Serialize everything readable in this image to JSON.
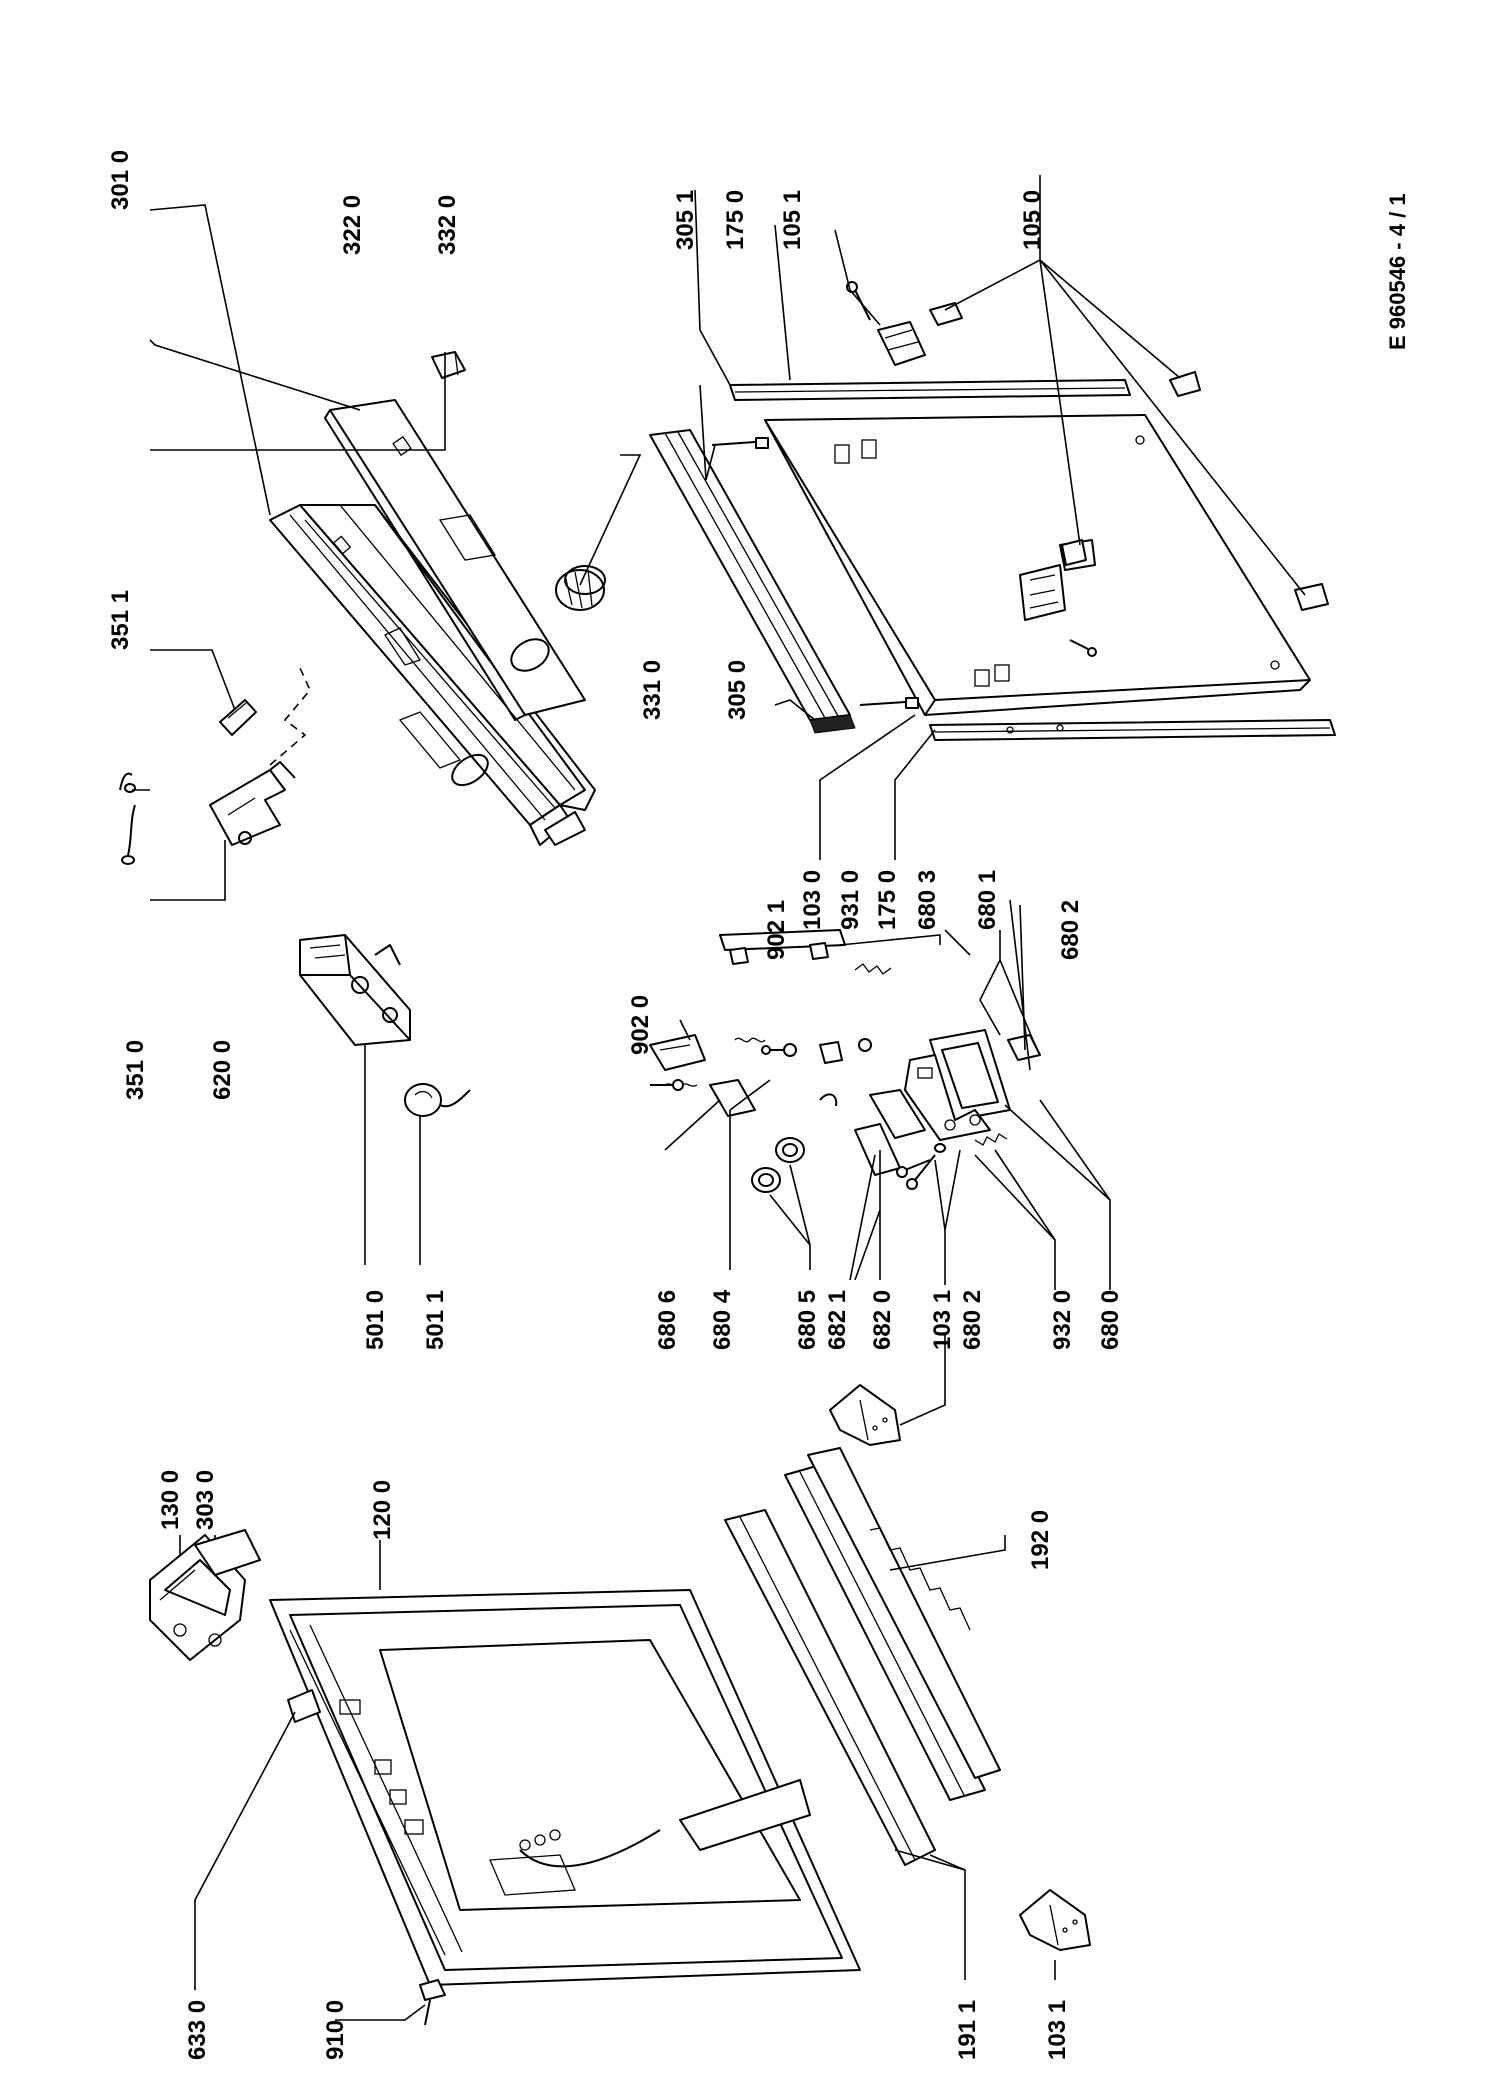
{
  "document_code": "E 960546 - 4 / 1",
  "labels": {
    "p3010": "301 0",
    "p3220": "322 0",
    "p3320": "332 0",
    "p3051a": "305 1",
    "p1750a": "175 0",
    "p1051": "105 1",
    "p1050": "105 0",
    "p3511": "351 1",
    "p3310": "331 0",
    "p3050": "305 0",
    "p3510": "351 0",
    "p6200": "620 0",
    "p9021": "902 1",
    "p1030": "103 0",
    "p9310": "931 0",
    "p1750b": "175 0",
    "p6803": "680 3",
    "p6801": "680 1",
    "p6802a": "680 2",
    "p9020": "902 0",
    "p5010": "501 0",
    "p5011": "501 1",
    "p6806": "680 6",
    "p6804": "680 4",
    "p6805": "680 5",
    "p6821": "682 1",
    "p6820": "682 0",
    "p1031a": "103 1",
    "p6802b": "680 2",
    "p9320": "932 0",
    "p6800": "680 0",
    "p1300": "130 0",
    "p3030": "303 0",
    "p1200": "120 0",
    "p1920": "192 0",
    "p6330": "633 0",
    "p9100": "910 0",
    "p1911": "191 1",
    "p1031b": "103 1"
  },
  "icons": [
    "control-panel-part",
    "outer-door-panel",
    "inner-door-panel",
    "hinge-bracket",
    "screw",
    "spring",
    "dispenser-part",
    "knob",
    "end-cap"
  ]
}
